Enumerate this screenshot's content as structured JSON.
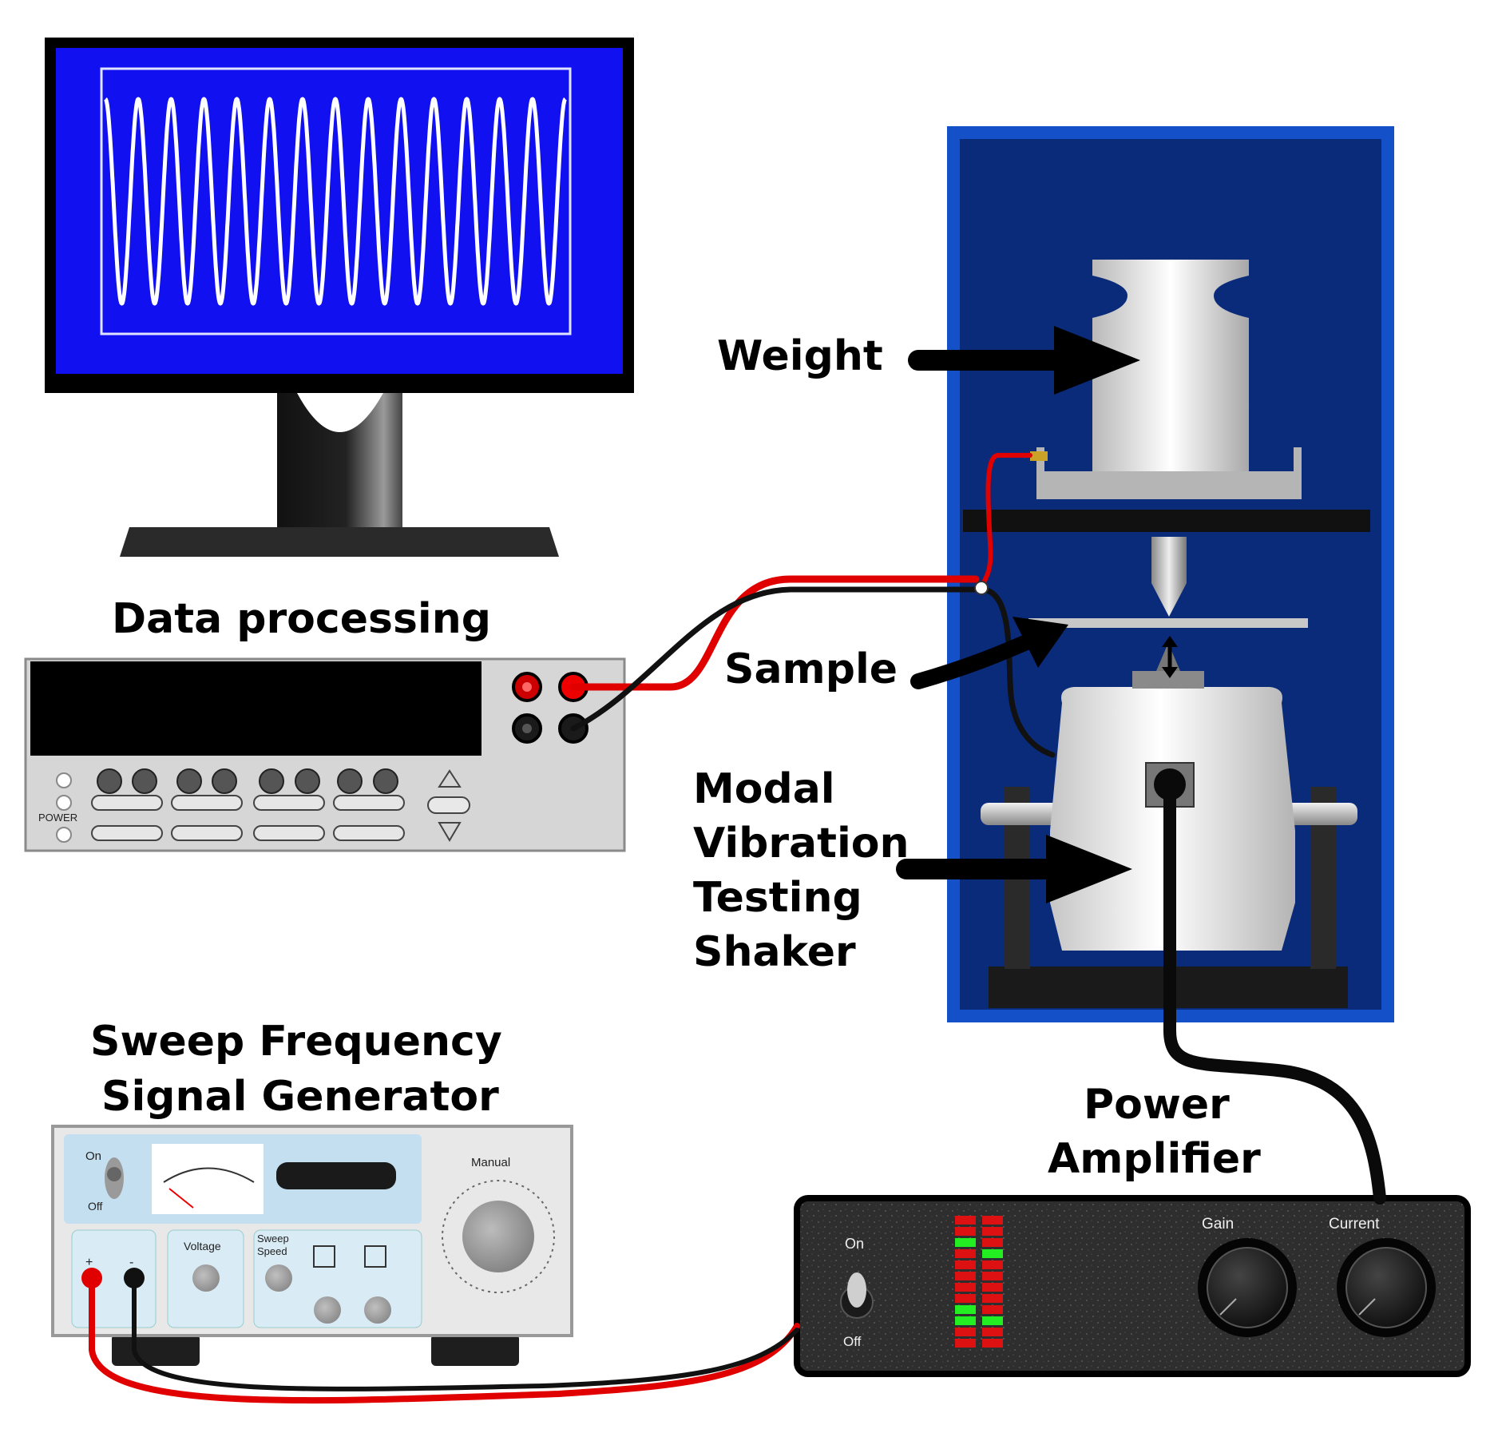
{
  "labels": {
    "weight": "Weight",
    "data_processing": "Data processing",
    "sample": "Sample",
    "shaker": [
      "Modal",
      "Vibration",
      "Testing",
      "Shaker"
    ],
    "signal_generator": [
      "Sweep Frequency",
      "Signal Generator"
    ],
    "power_amplifier": [
      "Power",
      "Amplifier"
    ]
  },
  "multimeter": {
    "power_label": "POWER"
  },
  "generator": {
    "on_label": "On",
    "off_label": "Off",
    "manual_label": "Manual",
    "voltage_label": "Voltage",
    "sweep_speed_label": [
      "Sweep",
      "Speed"
    ],
    "plus_label": "+",
    "minus_label": "-"
  },
  "amplifier": {
    "on_label": "On",
    "off_label": "Off",
    "gain_label": "Gain",
    "current_label": "Current"
  },
  "monitor": {
    "waveform_cycles": 14
  },
  "colors": {
    "screen_blue": "#1010f0",
    "cabinet_blue": "#0a2a7a",
    "cabinet_border": "#1450c8",
    "wire_red": "#e00000",
    "wire_black": "#111111",
    "led_green": "#22ee22",
    "led_red": "#dd1111",
    "amp_body": "#2b2b2b"
  }
}
